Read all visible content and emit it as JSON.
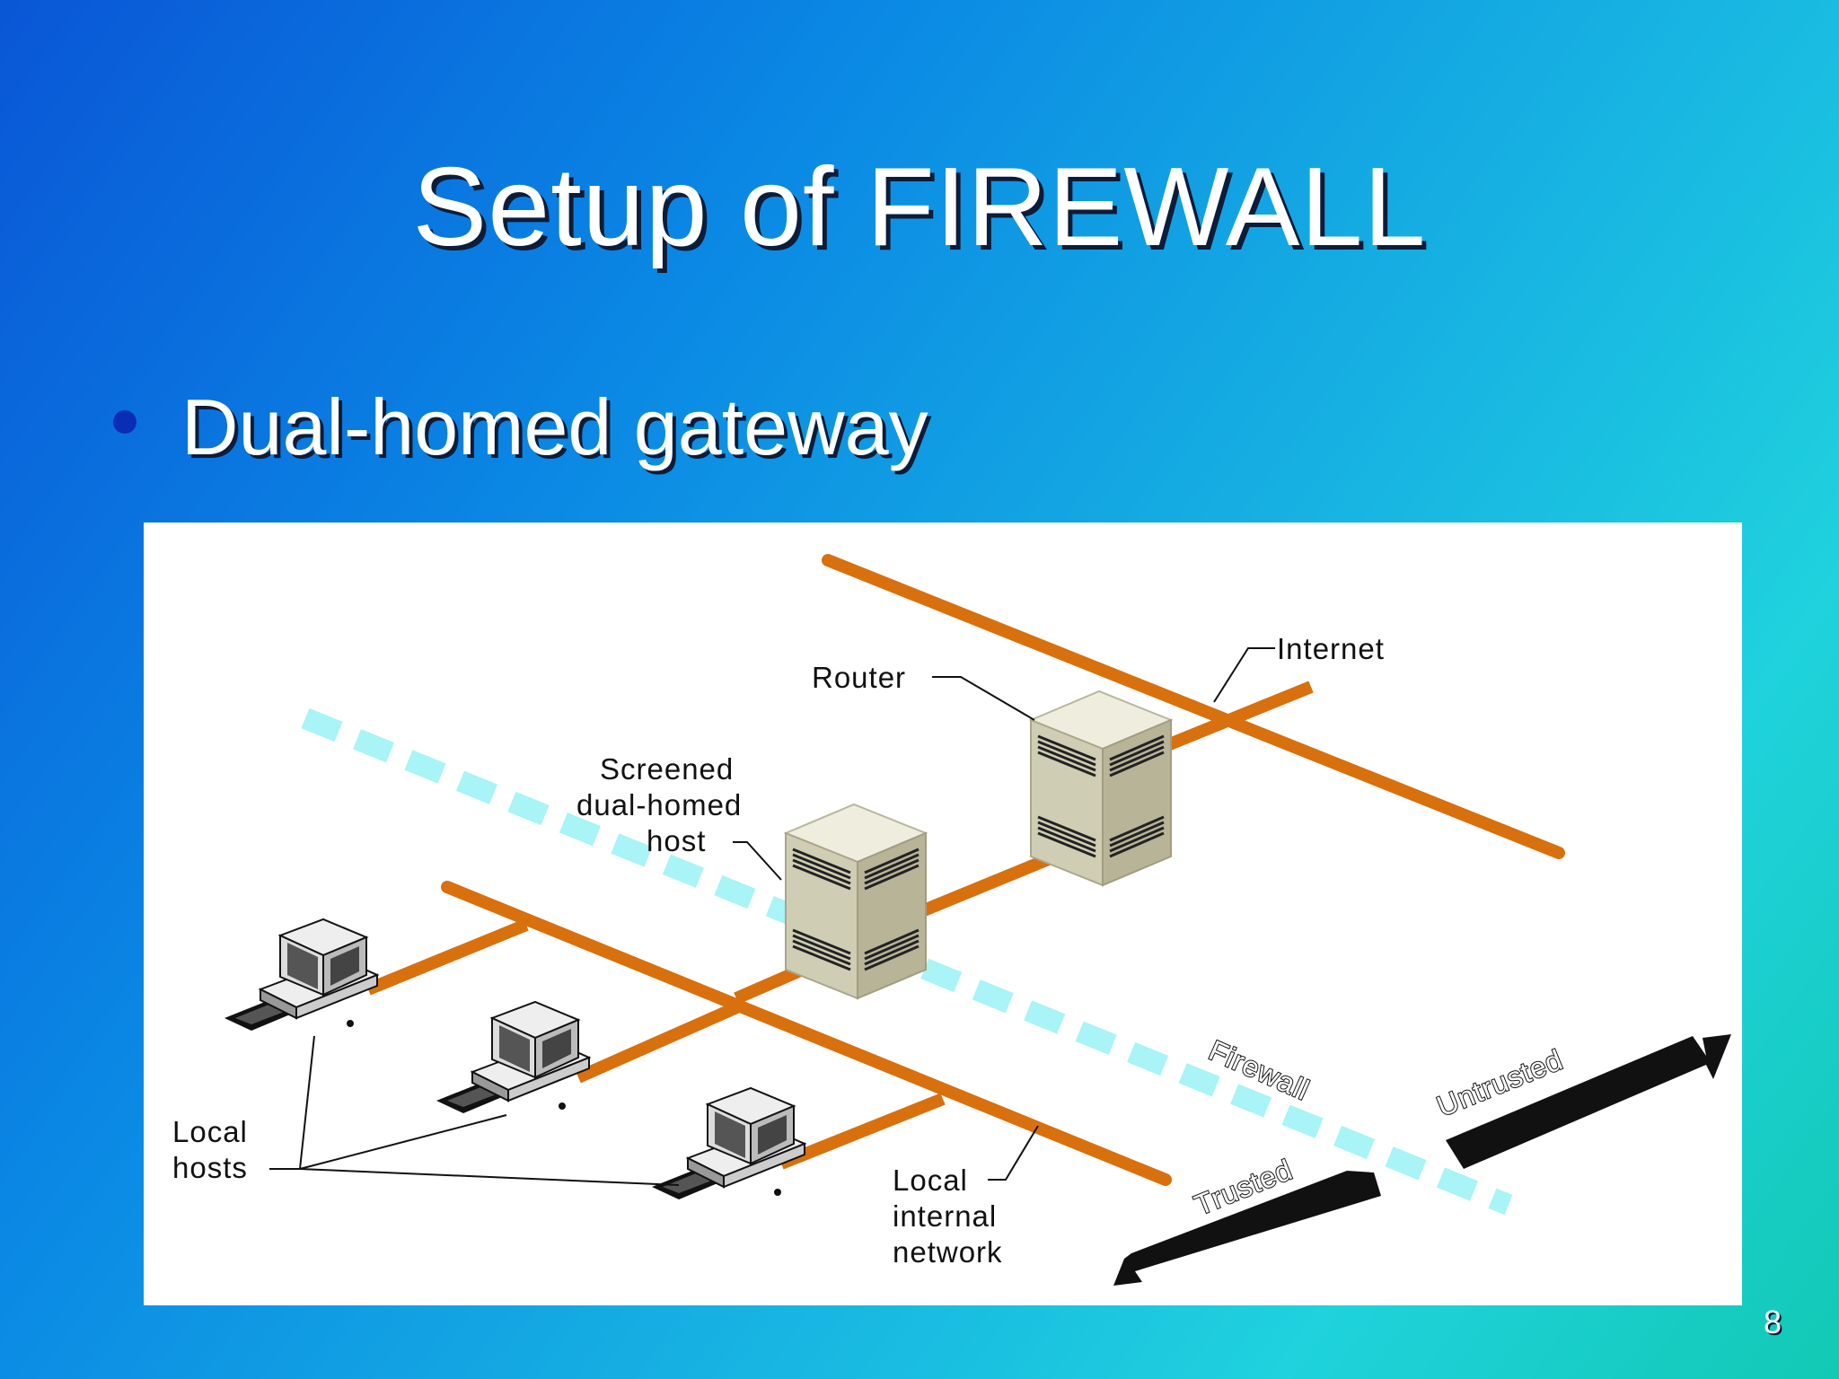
{
  "slide": {
    "title": "Setup of FIREWALL",
    "bullets": [
      {
        "text": "Dual-homed gateway"
      }
    ],
    "page_number": "8"
  },
  "diagram": {
    "labels": {
      "internet": "Internet",
      "router": "Router",
      "screened_host_line1": "Screened",
      "screened_host_line2": "dual-homed",
      "screened_host_line3": "host",
      "local_hosts_line1": "Local",
      "local_hosts_line2": "hosts",
      "local_network_line1": "Local",
      "local_network_line2": "internal",
      "local_network_line3": "network",
      "firewall": "Firewall",
      "untrusted": "Untrusted",
      "trusted": "Trusted"
    },
    "colors": {
      "network_line": "#d8700e",
      "firewall_band": "#a8f4f6",
      "server_body": "#d6d4bc",
      "arrow": "#111111"
    }
  }
}
